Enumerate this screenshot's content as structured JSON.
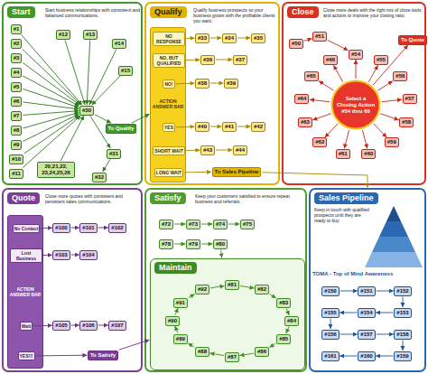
{
  "diagram": {
    "nodes": [
      {
        "text": [
          "Start",
          "Start business relationships with consistent and balanced communications."
        ]
      },
      {
        "text": [
          "#1"
        ],
        "in": 0
      },
      {
        "text": [
          "#2"
        ],
        "in": 0
      },
      {
        "text": [
          "#3"
        ],
        "in": 0
      },
      {
        "text": [
          "#4"
        ],
        "in": 0
      },
      {
        "text": [
          "#5"
        ],
        "in": 0
      },
      {
        "text": [
          "#6"
        ],
        "in": 0
      },
      {
        "text": [
          "#7"
        ],
        "in": 0
      },
      {
        "text": [
          "#8"
        ],
        "in": 0
      },
      {
        "text": [
          "#9"
        ],
        "in": 0
      },
      {
        "text": [
          "#10"
        ],
        "in": 0
      },
      {
        "text": [
          "#11"
        ],
        "in": 0
      },
      {
        "text": [
          "#12"
        ],
        "in": 0
      },
      {
        "text": [
          "#13"
        ],
        "in": 0
      },
      {
        "text": [
          "#14"
        ],
        "in": 0
      },
      {
        "text": [
          "#15"
        ],
        "in": 0
      },
      {
        "text": [
          "#30"
        ],
        "in": 0
      },
      {
        "text": [
          "#31"
        ],
        "in": 0
      },
      {
        "text": [
          "#32"
        ],
        "in": 0
      },
      {
        "text": [
          "20,21,22, 23,24,25,26"
        ],
        "in": 0
      },
      {
        "text": [
          "To Qualify"
        ],
        "in": 0
      },
      {
        "text": [
          "Qualify",
          "Qualify business prospects so your business grows with the profitable clients you want."
        ]
      },
      {
        "text": [
          "ACTION ANSWER BAR"
        ],
        "in": 21
      },
      {
        "text": [
          "NO RESPONSE"
        ],
        "in": 22
      },
      {
        "text": [
          "NO, BUT QUALIFIED"
        ],
        "in": 22
      },
      {
        "text": [
          "NO!"
        ],
        "in": 22
      },
      {
        "text": [
          "YES"
        ],
        "in": 22
      },
      {
        "text": [
          "SHORT WAIT"
        ],
        "in": 22
      },
      {
        "text": [
          "LONG WAIT"
        ],
        "in": 22
      },
      {
        "text": [
          "#33"
        ],
        "in": 21
      },
      {
        "text": [
          "#34"
        ],
        "in": 21
      },
      {
        "text": [
          "#35"
        ],
        "in": 21
      },
      {
        "text": [
          "#36"
        ],
        "in": 21
      },
      {
        "text": [
          "#37"
        ],
        "in": 21
      },
      {
        "text": [
          "#38"
        ],
        "in": 21
      },
      {
        "text": [
          "#39"
        ],
        "in": 21
      },
      {
        "text": [
          "#40"
        ],
        "in": 21
      },
      {
        "text": [
          "#41"
        ],
        "in": 21
      },
      {
        "text": [
          "#42"
        ],
        "in": 21
      },
      {
        "text": [
          "#43"
        ],
        "in": 21
      },
      {
        "text": [
          "#44"
        ],
        "in": 21
      },
      {
        "text": [
          "To Sales Pipeline"
        ],
        "in": 21
      },
      {
        "text": [
          "Close",
          "Close more deals with the right mix of close tools and actions to improve your closing ratio."
        ]
      },
      {
        "text": [
          "Select a Closing Action #54 thru 66"
        ],
        "in": 42
      },
      {
        "text": [
          "#54"
        ],
        "in": 42
      },
      {
        "text": [
          "#55"
        ],
        "in": 42
      },
      {
        "text": [
          "#56"
        ],
        "in": 42
      },
      {
        "text": [
          "#57"
        ],
        "in": 42
      },
      {
        "text": [
          "#58"
        ],
        "in": 42
      },
      {
        "text": [
          "#59"
        ],
        "in": 42
      },
      {
        "text": [
          "#60"
        ],
        "in": 42
      },
      {
        "text": [
          "#61"
        ],
        "in": 42
      },
      {
        "text": [
          "#62"
        ],
        "in": 42
      },
      {
        "text": [
          "#63"
        ],
        "in": 42
      },
      {
        "text": [
          "#64"
        ],
        "in": 42
      },
      {
        "text": [
          "#65"
        ],
        "in": 42
      },
      {
        "text": [
          "#66"
        ],
        "in": 42
      },
      {
        "text": [
          "To Quote"
        ],
        "in": 42
      },
      {
        "text": [
          "#50"
        ],
        "in": 42
      },
      {
        "text": [
          "#51"
        ],
        "in": 42
      },
      {
        "text": [
          "Quote",
          "Close more quotes with consistent and persistent sales communications."
        ]
      },
      {
        "text": [
          "ACTION ANSWER BAR"
        ],
        "in": 60
      },
      {
        "text": [
          "No Contact"
        ],
        "in": 61
      },
      {
        "text": [
          "Lost Business"
        ],
        "in": 61
      },
      {
        "text": [
          "Wait"
        ],
        "in": 61
      },
      {
        "text": [
          "YES!!!"
        ],
        "in": 61
      },
      {
        "text": [
          "#100"
        ],
        "in": 60
      },
      {
        "text": [
          "#101"
        ],
        "in": 60
      },
      {
        "text": [
          "#102"
        ],
        "in": 60
      },
      {
        "text": [
          "#103"
        ],
        "in": 60
      },
      {
        "text": [
          "#104"
        ],
        "in": 60
      },
      {
        "text": [
          "#105"
        ],
        "in": 60
      },
      {
        "text": [
          "#106"
        ],
        "in": 60
      },
      {
        "text": [
          "#107"
        ],
        "in": 60
      },
      {
        "text": [
          "To Satisfy"
        ],
        "in": 60
      },
      {
        "text": [
          "Satisfy",
          "Keep your customers satisfied to ensure repeat business and referrals."
        ]
      },
      {
        "text": [
          "#72"
        ],
        "in": 75
      },
      {
        "text": [
          "#73"
        ],
        "in": 75
      },
      {
        "text": [
          "#74"
        ],
        "in": 75
      },
      {
        "text": [
          "#75"
        ],
        "in": 75
      },
      {
        "text": [
          "#78"
        ],
        "in": 75
      },
      {
        "text": [
          "#79"
        ],
        "in": 75
      },
      {
        "text": [
          "#80"
        ],
        "in": 75
      },
      {
        "text": [
          "Maintain"
        ],
        "in": 75
      },
      {
        "text": [
          "#81"
        ],
        "in": 83
      },
      {
        "text": [
          "#82"
        ],
        "in": 83
      },
      {
        "text": [
          "#83"
        ],
        "in": 83
      },
      {
        "text": [
          "#84"
        ],
        "in": 83
      },
      {
        "text": [
          "#85"
        ],
        "in": 83
      },
      {
        "text": [
          "#86"
        ],
        "in": 83
      },
      {
        "text": [
          "#87"
        ],
        "in": 83
      },
      {
        "text": [
          "#88"
        ],
        "in": 83
      },
      {
        "text": [
          "#89"
        ],
        "in": 83
      },
      {
        "text": [
          "#90"
        ],
        "in": 83
      },
      {
        "text": [
          "#91"
        ],
        "in": 83
      },
      {
        "text": [
          "#92"
        ],
        "in": 83
      },
      {
        "text": [
          "Sales Pipeline",
          "Keep in touch with qualified prospects until they are ready to buy."
        ]
      },
      {
        "text": [
          "#150"
        ],
        "in": 96
      },
      {
        "text": [
          "#151"
        ],
        "in": 96
      },
      {
        "text": [
          "#152"
        ],
        "in": 96
      },
      {
        "text": [
          "#153"
        ],
        "in": 96
      },
      {
        "text": [
          "#154"
        ],
        "in": 96
      },
      {
        "text": [
          "#155"
        ],
        "in": 96
      },
      {
        "text": [
          "#156"
        ],
        "in": 96
      },
      {
        "text": [
          "#157"
        ],
        "in": 96
      },
      {
        "text": [
          "#158"
        ],
        "in": 96
      },
      {
        "text": [
          "#159"
        ],
        "in": 96
      },
      {
        "text": [
          "#160"
        ],
        "in": 96
      },
      {
        "text": [
          "#161"
        ],
        "in": 96
      }
    ],
    "edges": [
      {
        "from": 1,
        "to": 16,
        "arrow": "to"
      },
      {
        "from": 2,
        "to": 16,
        "arrow": "to"
      },
      {
        "from": 3,
        "to": 16,
        "arrow": "to"
      },
      {
        "from": 4,
        "to": 16,
        "arrow": "to"
      },
      {
        "from": 5,
        "to": 16,
        "arrow": "to"
      },
      {
        "from": 6,
        "to": 16,
        "arrow": "to"
      },
      {
        "from": 7,
        "to": 16,
        "arrow": "to"
      },
      {
        "from": 8,
        "to": 16,
        "arrow": "to"
      },
      {
        "from": 9,
        "to": 16,
        "arrow": "to"
      },
      {
        "from": 10,
        "to": 16,
        "arrow": "to"
      },
      {
        "from": 11,
        "to": 16,
        "arrow": "to"
      },
      {
        "from": 12,
        "to": 16,
        "arrow": "to"
      },
      {
        "from": 13,
        "to": 16,
        "arrow": "to"
      },
      {
        "from": 14,
        "to": 16,
        "arrow": "to"
      },
      {
        "from": 15,
        "to": 16,
        "arrow": "to"
      },
      {
        "from": 19,
        "to": 16,
        "arrow": "to"
      },
      {
        "from": 16,
        "to": 20,
        "arrow": "to"
      },
      {
        "from": 16,
        "to": 17,
        "arrow": "to"
      },
      {
        "from": 17,
        "to": 18,
        "arrow": "to"
      },
      {
        "from": 20,
        "to": 22,
        "arrow": "to"
      },
      {
        "from": 23,
        "to": 29,
        "arrow": "to"
      },
      {
        "from": 29,
        "to": 30,
        "arrow": "to"
      },
      {
        "from": 30,
        "to": 31,
        "arrow": "to"
      },
      {
        "from": 24,
        "to": 32,
        "arrow": "to"
      },
      {
        "from": 32,
        "to": 33,
        "arrow": "to"
      },
      {
        "from": 25,
        "to": 34,
        "arrow": "to"
      },
      {
        "from": 34,
        "to": 35,
        "arrow": "to"
      },
      {
        "from": 26,
        "to": 36,
        "arrow": "to"
      },
      {
        "from": 36,
        "to": 37,
        "arrow": "to"
      },
      {
        "from": 37,
        "to": 38,
        "arrow": "to"
      },
      {
        "from": 27,
        "to": 39,
        "arrow": "to"
      },
      {
        "from": 39,
        "to": 40,
        "arrow": "to"
      },
      {
        "from": 28,
        "to": 41,
        "arrow": "to"
      },
      {
        "from": 41,
        "to": 96,
        "arrow": "to"
      },
      {
        "from": 43,
        "to": 44,
        "arrow": "to"
      },
      {
        "from": 43,
        "to": 45,
        "arrow": "to"
      },
      {
        "from": 43,
        "to": 46,
        "arrow": "to"
      },
      {
        "from": 43,
        "to": 47,
        "arrow": "to"
      },
      {
        "from": 43,
        "to": 48,
        "arrow": "to"
      },
      {
        "from": 43,
        "to": 49,
        "arrow": "to"
      },
      {
        "from": 43,
        "to": 50,
        "arrow": "to"
      },
      {
        "from": 43,
        "to": 51,
        "arrow": "to"
      },
      {
        "from": 43,
        "to": 52,
        "arrow": "to"
      },
      {
        "from": 43,
        "to": 53,
        "arrow": "to"
      },
      {
        "from": 43,
        "to": 54,
        "arrow": "to"
      },
      {
        "from": 43,
        "to": 55,
        "arrow": "to"
      },
      {
        "from": 43,
        "to": 56,
        "arrow": "to"
      },
      {
        "from": 43,
        "to": 57,
        "arrow": "to"
      },
      {
        "from": 58,
        "to": 59,
        "arrow": "to"
      },
      {
        "from": 59,
        "to": 44,
        "arrow": "to"
      },
      {
        "from": 62,
        "to": 66,
        "arrow": "to"
      },
      {
        "from": 66,
        "to": 67,
        "arrow": "to"
      },
      {
        "from": 67,
        "to": 68,
        "arrow": "to"
      },
      {
        "from": 63,
        "to": 69,
        "arrow": "to"
      },
      {
        "from": 69,
        "to": 70,
        "arrow": "to"
      },
      {
        "from": 64,
        "to": 71,
        "arrow": "to"
      },
      {
        "from": 71,
        "to": 72,
        "arrow": "to"
      },
      {
        "from": 72,
        "to": 73,
        "arrow": "to"
      },
      {
        "from": 65,
        "to": 74,
        "arrow": "to"
      },
      {
        "from": 74,
        "to": 83,
        "arrow": "to"
      },
      {
        "from": 76,
        "to": 77,
        "arrow": "to"
      },
      {
        "from": 77,
        "to": 78,
        "arrow": "to"
      },
      {
        "from": 78,
        "to": 79,
        "arrow": "to"
      },
      {
        "from": 80,
        "to": 81,
        "arrow": "to"
      },
      {
        "from": 81,
        "to": 82,
        "arrow": "to"
      },
      {
        "from": 82,
        "to": 83,
        "arrow": "to"
      },
      {
        "from": 84,
        "to": 85,
        "arrow": "to"
      },
      {
        "from": 85,
        "to": 86,
        "arrow": "to"
      },
      {
        "from": 86,
        "to": 87,
        "arrow": "to"
      },
      {
        "from": 87,
        "to": 88,
        "arrow": "to"
      },
      {
        "from": 88,
        "to": 89,
        "arrow": "to"
      },
      {
        "from": 89,
        "to": 90,
        "arrow": "to"
      },
      {
        "from": 90,
        "to": 91,
        "arrow": "to"
      },
      {
        "from": 91,
        "to": 92,
        "arrow": "to"
      },
      {
        "from": 92,
        "to": 93,
        "arrow": "to"
      },
      {
        "from": 93,
        "to": 94,
        "arrow": "to"
      },
      {
        "from": 94,
        "to": 95,
        "arrow": "to"
      },
      {
        "from": 95,
        "to": 84,
        "arrow": "to"
      },
      {
        "from": 97,
        "to": 98,
        "arrow": "to"
      },
      {
        "from": 98,
        "to": 99,
        "arrow": "to"
      },
      {
        "from": 99,
        "to": 100,
        "arrow": "to"
      },
      {
        "from": 100,
        "to": 101,
        "arrow": "to"
      },
      {
        "from": 101,
        "to": 102,
        "arrow": "to"
      },
      {
        "from": 102,
        "to": 103,
        "arrow": "to"
      },
      {
        "from": 103,
        "to": 104,
        "arrow": "to"
      },
      {
        "from": 104,
        "to": 105,
        "arrow": "to"
      },
      {
        "from": 105,
        "to": 106,
        "arrow": "to"
      },
      {
        "from": 106,
        "to": 107,
        "arrow": "to"
      },
      {
        "from": 107,
        "to": 108,
        "arrow": "to"
      }
    ],
    "labels": [
      "TOMA - Top of Mind Awareness"
    ]
  }
}
